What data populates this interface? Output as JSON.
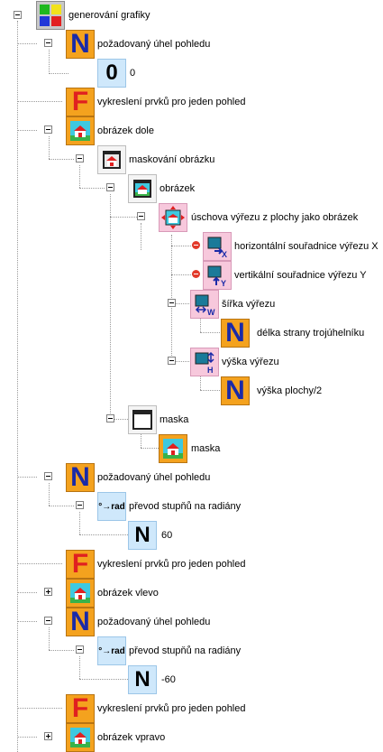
{
  "tree": {
    "root_label": "generování grafiky",
    "n1_label": "požadovaný úhel pohledu",
    "n1_value_label": "0",
    "n1_value_icon": "0",
    "f1_label": "vykreslení prvků pro jeden pohled",
    "pic_bottom_label": "obrázek dole",
    "masking_label": "maskování obrázku",
    "picture_label": "obrázek",
    "clip_label": "úschova výřezu z plochy jako obrázek",
    "hcoord_label": "horizontální souřadnice výřezu X",
    "vcoord_label": "vertikální souřadnice výřezu Y",
    "width_label": "šířka výřezu",
    "triangle_label": "délka strany trojúhelníku",
    "height_label": "výška výřezu",
    "halfheight_label": "výška plochy/2",
    "mask_label": "maska",
    "mask_pic_label": "maska",
    "n2_label": "požadovaný úhel pohledu",
    "rad2_label": "převod stupňů na radiány",
    "n2_value_label": "60",
    "f2_label": "vykreslení prvků pro jeden pohled",
    "pic_left_label": "obrázek vlevo",
    "n3_label": "požadovaný úhel pohledu",
    "rad3_label": "převod stupňů na radiány",
    "n3_value_label": "-60",
    "f3_label": "vykreslení prvků pro jeden pohled",
    "pic_right_label": "obrázek vpravo"
  },
  "icons": {
    "n_glyph": "N",
    "f_glyph": "F",
    "rad_glyph": "°→rad"
  },
  "colors": {
    "icon_orange": "#f4a21e",
    "n_blue": "#1a2aa8",
    "f_red": "#e02020",
    "pink_bg": "#f7c8dc",
    "light_blue_bg": "#cfe8fb"
  }
}
